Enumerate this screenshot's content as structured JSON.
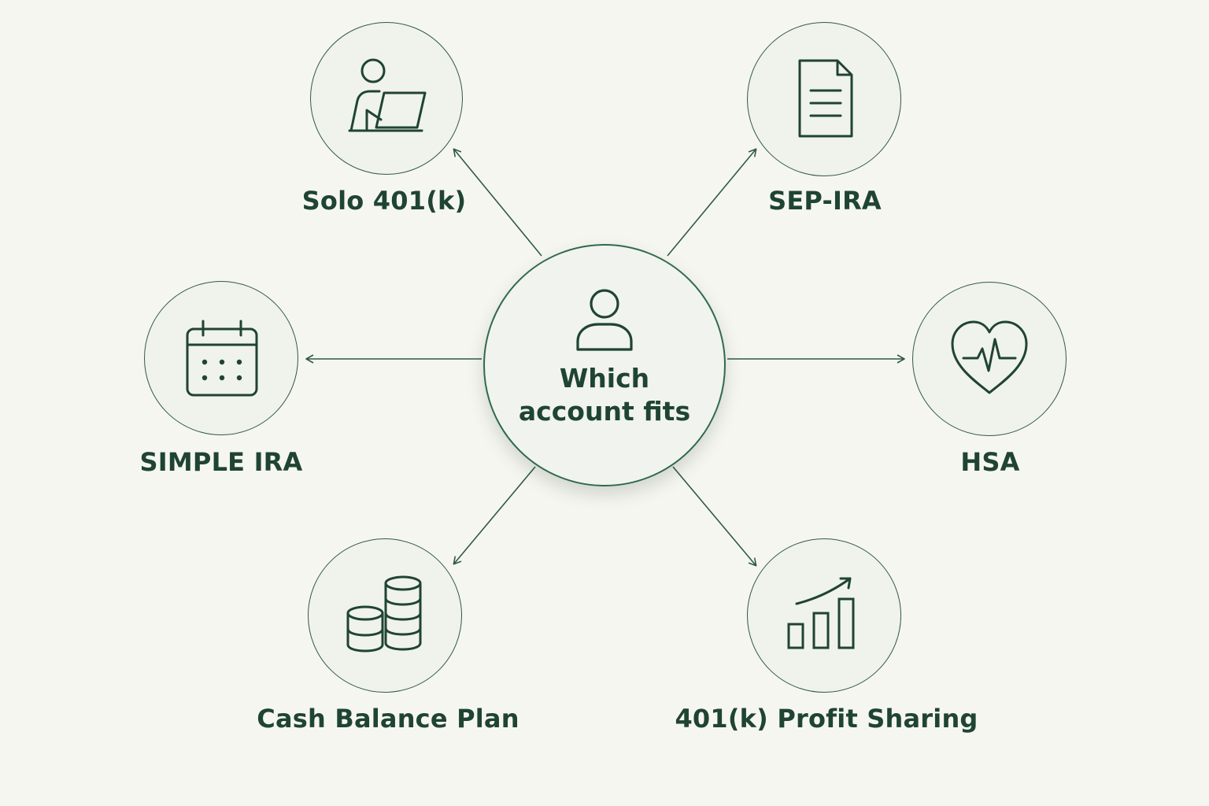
{
  "center": {
    "line1": "Which",
    "line2": "account fits",
    "icon": "person-icon"
  },
  "nodes": [
    {
      "key": "solo-401k",
      "label": "Solo 401(k)",
      "icon": "person-laptop-icon"
    },
    {
      "key": "sep-ira",
      "label": "SEP-IRA",
      "icon": "document-icon"
    },
    {
      "key": "simple-ira",
      "label": "SIMPLE IRA",
      "icon": "calendar-icon"
    },
    {
      "key": "hsa",
      "label": "HSA",
      "icon": "heart-pulse-icon"
    },
    {
      "key": "cash-balance-plan",
      "label": "Cash Balance Plan",
      "icon": "coin-stack-icon"
    },
    {
      "key": "401k-profit-sharing",
      "label": "401(k) Profit Sharing",
      "icon": "growth-chart-icon"
    }
  ],
  "colors": {
    "background": "#f6f6f1",
    "stroke": "#2f5a44",
    "text": "#1f4433"
  }
}
